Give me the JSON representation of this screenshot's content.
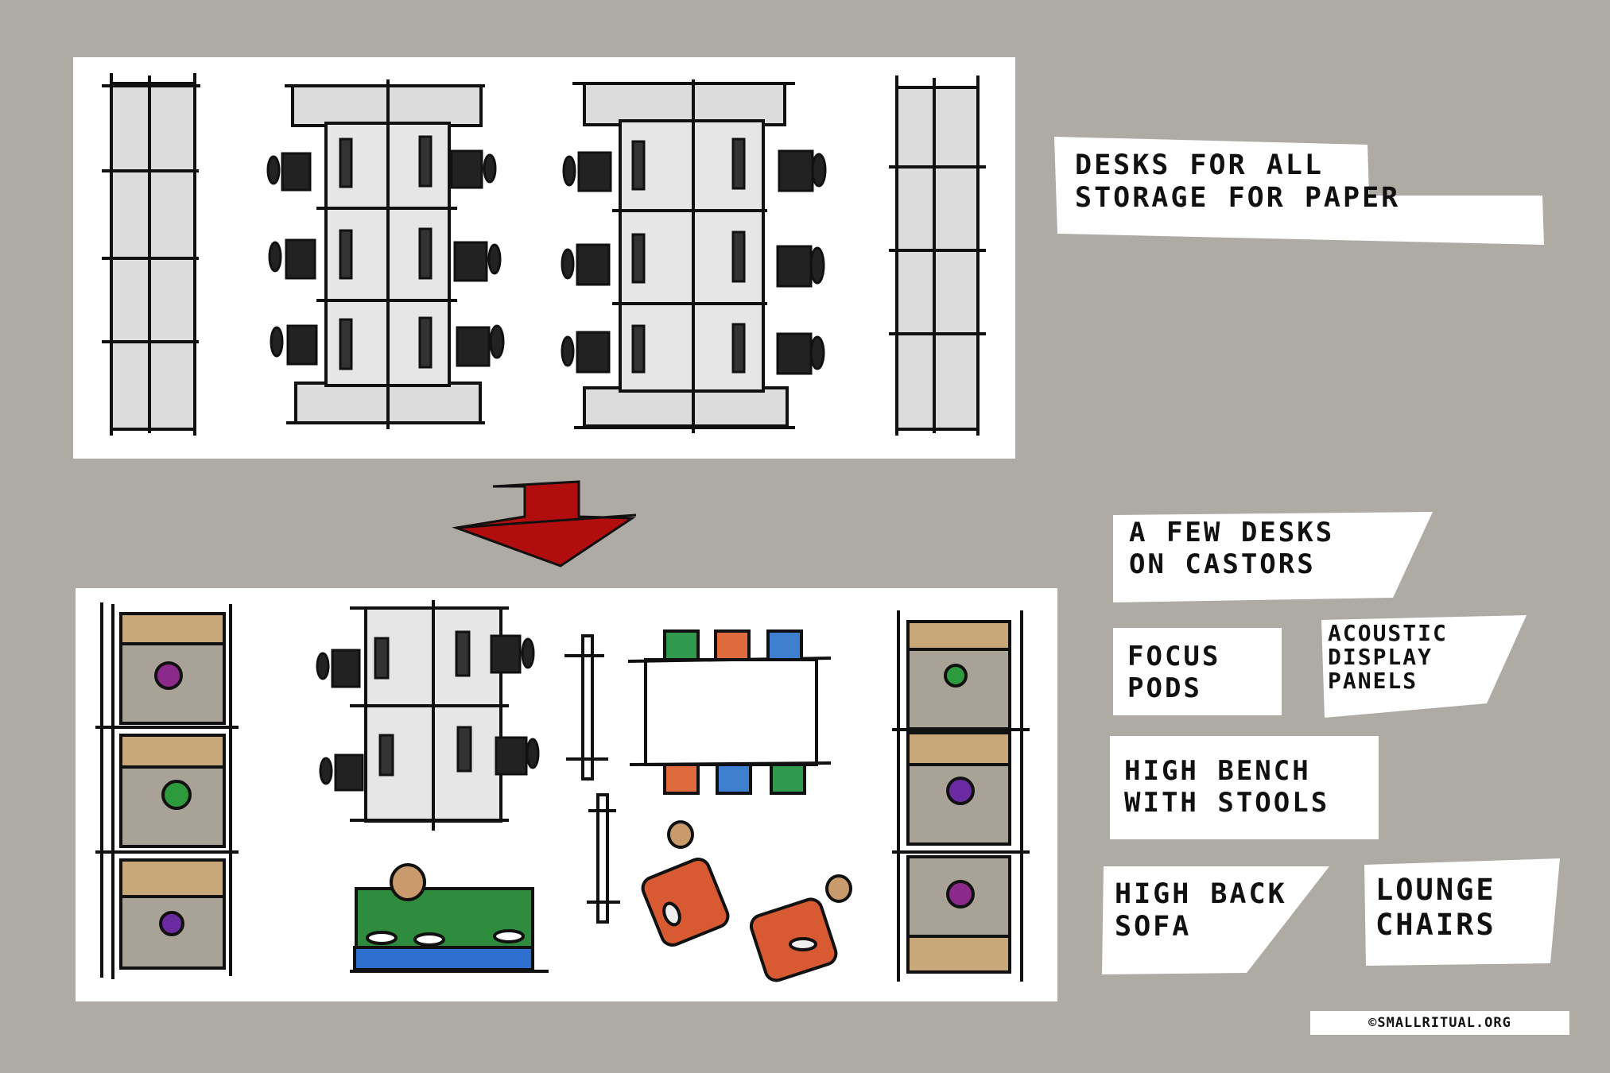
{
  "colors": {
    "background": "#aeaaa4",
    "paper": "#ffffff",
    "desk_grey": "#dcdcdc",
    "storage_brown": "#c8a878",
    "storage_taupe": "#a9a296",
    "arrow_red": "#b10d0f",
    "sofa_green": "#2f8b3d",
    "sofa_blue": "#2d6fcf",
    "lounge_orange": "#d85a32",
    "stool_tan": "#c99a6b",
    "stool_green": "#2f9a4e",
    "stool_orange": "#df6a3c",
    "stool_blue": "#3f7fd0",
    "dot_purple": "#8c2a8c",
    "dot_violet": "#6a2aa0",
    "dot_green": "#2e9a3e"
  },
  "labels": {
    "desks_for_all": [
      "DESKS FOR ALL",
      "STORAGE FOR PAPER"
    ],
    "few_desks": [
      "A FEW DESKS",
      "ON CASTORS"
    ],
    "focus_pods": [
      "FOCUS",
      "PODS"
    ],
    "acoustic_panels": [
      "ACOUSTIC",
      "DISPLAY",
      "PANELS"
    ],
    "high_bench": [
      "HIGH BENCH",
      "WITH STOOLS"
    ],
    "high_back_sofa": [
      "HIGH BACK",
      "SOFA"
    ],
    "lounge_chairs": [
      "LOUNGE",
      "CHAIRS"
    ]
  },
  "copyright": "©SMALLRITUAL.ORG"
}
